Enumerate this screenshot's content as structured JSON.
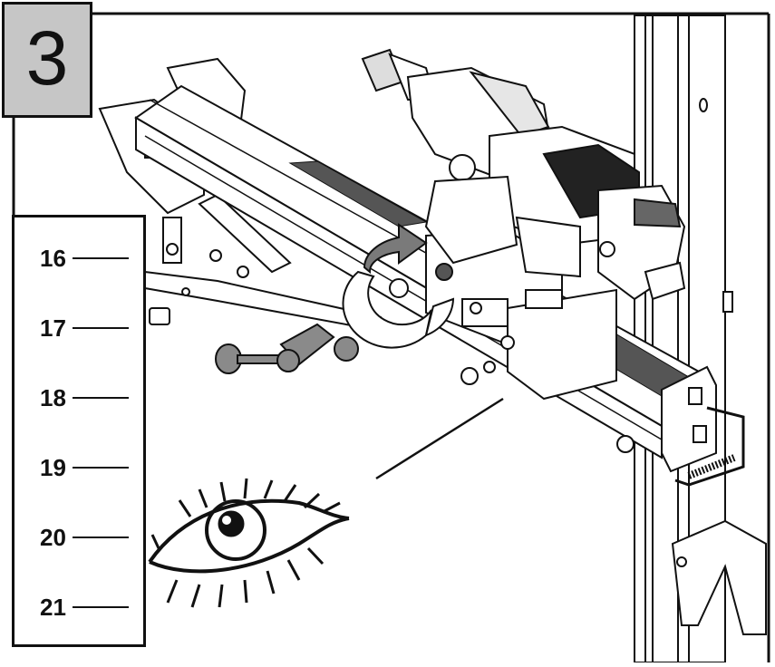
{
  "step": {
    "number": "3"
  },
  "scale": {
    "ticks": [
      {
        "label": "16"
      },
      {
        "label": "17"
      },
      {
        "label": "18"
      },
      {
        "label": "19"
      },
      {
        "label": "20"
      },
      {
        "label": "21"
      }
    ]
  },
  "icons": {
    "eye": "eye-icon",
    "rotation": "rotate-arrow-icon",
    "crank": "crank-handle-icon",
    "drill": "drill-motor-icon"
  },
  "colors": {
    "step_box": "#c6c6c6",
    "line": "#111111",
    "part_grey": "#8a8a8a"
  }
}
